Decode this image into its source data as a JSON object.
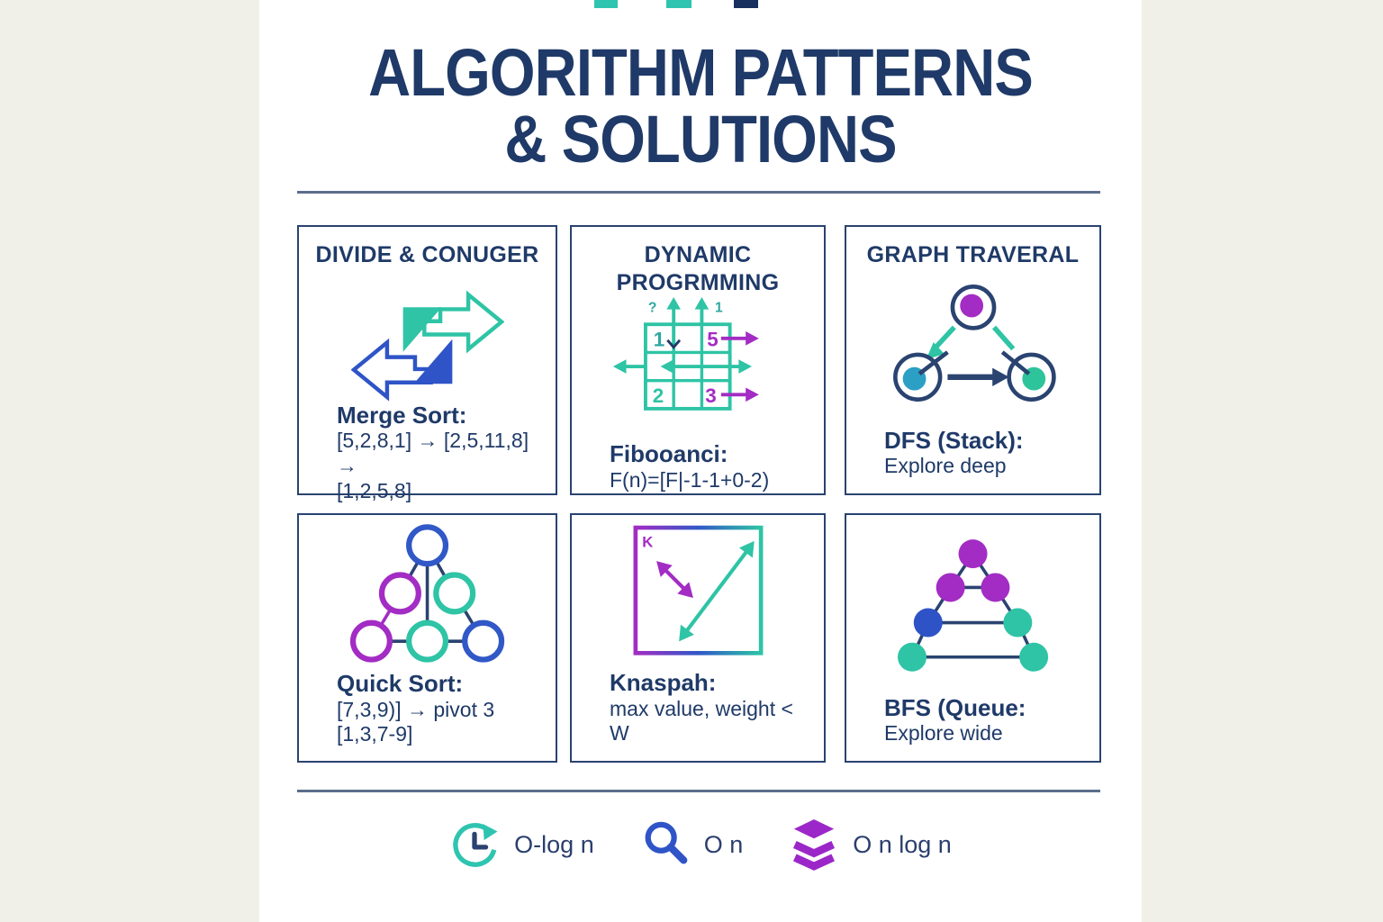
{
  "title": {
    "line1": "ALGORITHM PATTERNS",
    "line2": "& SOLUTIONS"
  },
  "cards": {
    "divide": {
      "title": "DIVIDE & CONUGER",
      "heading": "Merge Sort:",
      "line1": "[5,2,8,1] → [2,5,11,8] →",
      "line2": "[1,2,5,8]"
    },
    "dp": {
      "title1": "DYNAMIC",
      "title2": "PROGRMMING",
      "heading": "Fibooanci:",
      "line1": "F(n)=[F|-1-1+0-2)",
      "grid": {
        "c00": "1",
        "c02": "5",
        "c20": "2",
        "c22": "3",
        "mark_left": "?",
        "mark_right": "1"
      }
    },
    "graph": {
      "title": "GRAPH TRAVERAL",
      "heading": "DFS (Stack):",
      "line1": "Explore deep"
    },
    "quick": {
      "heading": "Quick Sort:",
      "line1": "[7,3,9)] → pivot 3",
      "line2": "[1,3,7-9]"
    },
    "knapsack": {
      "heading": "Knaspah:",
      "line1": "max value, weight < W",
      "grid_mark": "K"
    },
    "bfs": {
      "heading": "BFS (Queue:",
      "line1": "Explore wide"
    }
  },
  "footer": {
    "item1": {
      "icon": "clock-icon",
      "label": "O-log n"
    },
    "item2": {
      "icon": "search-icon",
      "label": "O n"
    },
    "item3": {
      "icon": "layers-icon",
      "label": "O n log n"
    }
  },
  "colors": {
    "navy": "#1f3a68",
    "slate_rule": "#5b6e8c",
    "teal": "#2ec4a5",
    "blue": "#2f54c7",
    "purple": "#a32cc4",
    "teal_blue_dot": "#2b9fc4",
    "background": "#f1f0e8",
    "card_bg": "#ffffff"
  }
}
